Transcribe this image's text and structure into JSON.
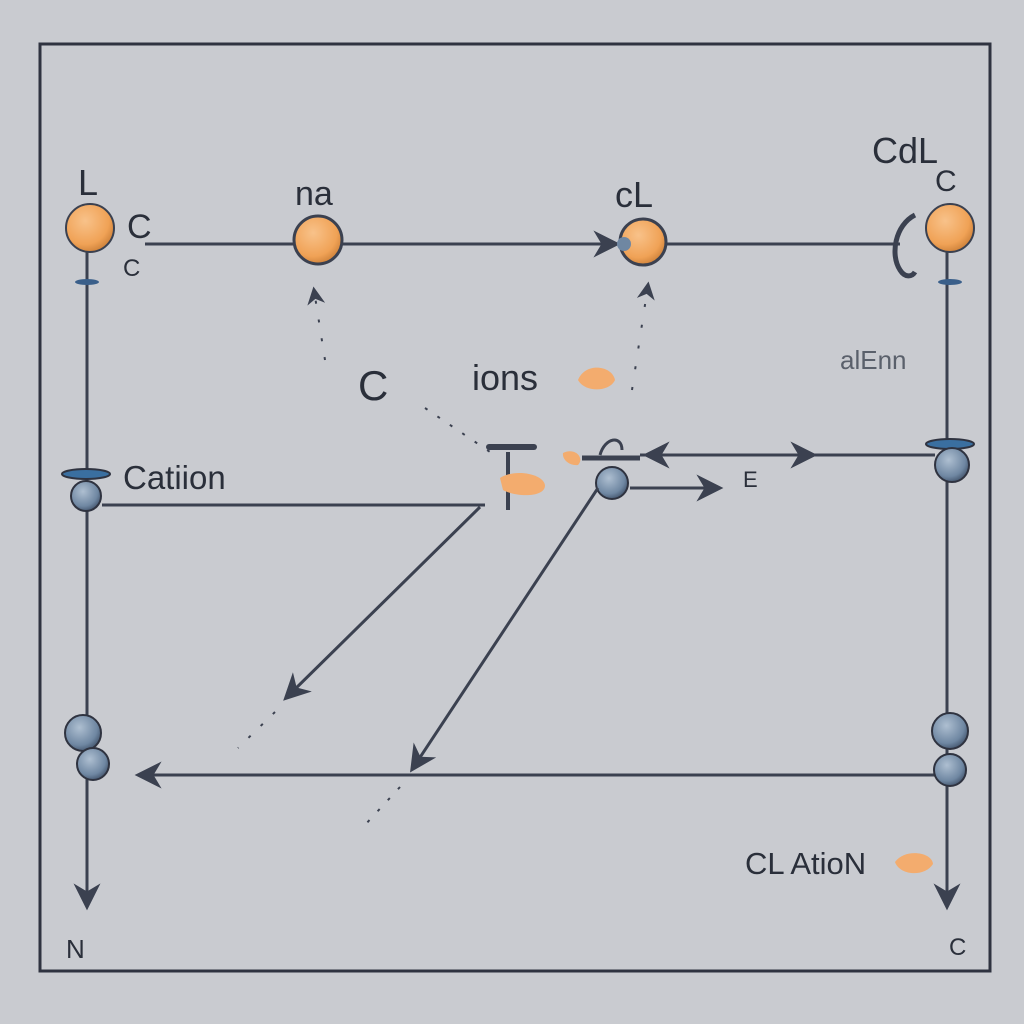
{
  "diagram": {
    "title": "NA_ boinic",
    "labels": {
      "top_left_L": "L",
      "top_left_C1": "C",
      "top_left_C2": "C",
      "node_na": "na",
      "node_cl": "cL",
      "top_right_cdl": "CdL",
      "top_right_c": "C",
      "center_c": "C",
      "ions": "ions",
      "right_alenn": "alEnn",
      "cation": "Catiion",
      "e_label": "E",
      "cl_ation": "CL AtioN",
      "bottom_left_n": "N",
      "bottom_right_c": "C"
    }
  },
  "colors": {
    "background": "#c9cbd0",
    "frame": "#2f3340",
    "wire": "#3b4150",
    "orange_node": "#f2a35a",
    "blue_node": "#6e8aa6"
  }
}
